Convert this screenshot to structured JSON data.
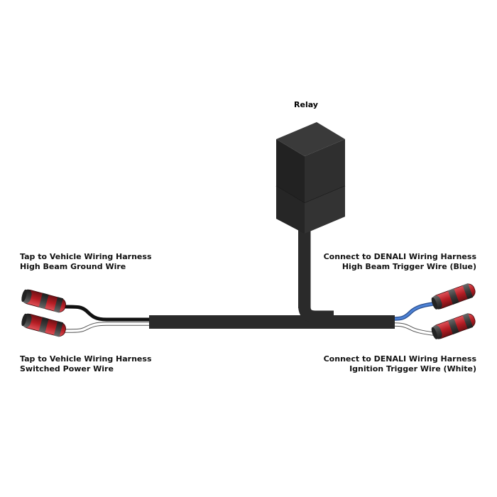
{
  "relay": {
    "label": "Relay"
  },
  "labels": {
    "top_left": {
      "line1": "Tap to Vehicle Wiring Harness",
      "line2": "High Beam Ground Wire"
    },
    "bottom_left": {
      "line1": "Tap to Vehicle Wiring Harness",
      "line2": "Switched Power Wire"
    },
    "top_right": {
      "line1": "Connect to DENALI Wiring Harness",
      "line2": "High Beam Trigger Wire (Blue)"
    },
    "bottom_right": {
      "line1": "Connect to DENALI Wiring Harness",
      "line2": "Ignition Trigger Wire (White)"
    }
  },
  "colors": {
    "cable": "#2a2a2a",
    "relay_top": "#3a3a3a",
    "relay_body": "#2b2b2b",
    "connector_red": "#b51d24",
    "connector_dark": "#3b3b3b",
    "wire_black": "#111111",
    "wire_white": "#ffffff",
    "wire_blue": "#3d6fc4"
  }
}
